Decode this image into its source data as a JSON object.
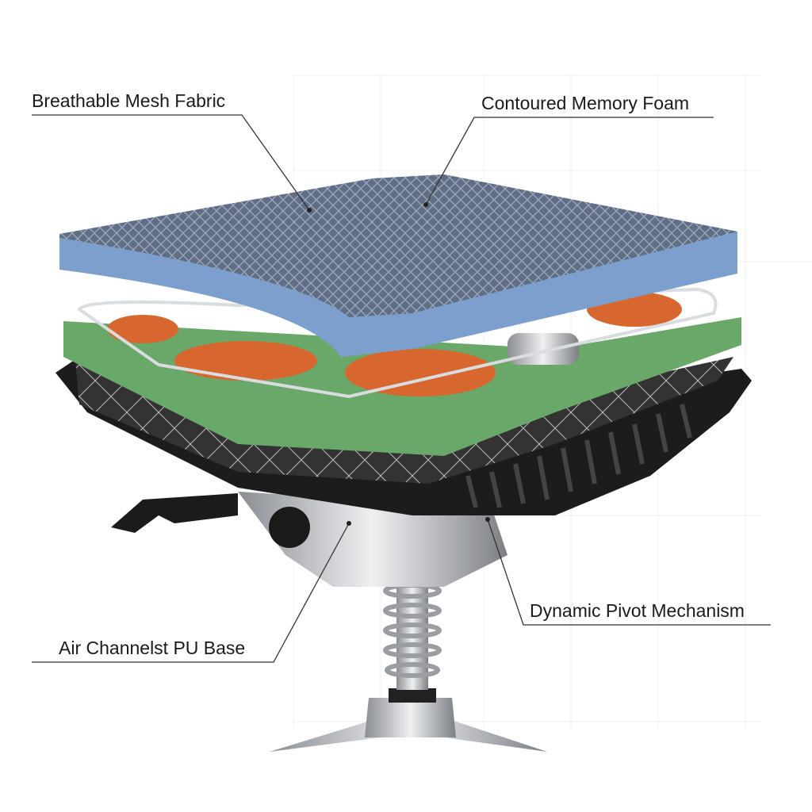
{
  "callouts": {
    "mesh": "Breathable Mesh Fabric",
    "foam": "Contoured Memory Foam",
    "pivot": "Dynamic Pivot Mechanism",
    "base": "Air Channelst PU Base"
  },
  "colors": {
    "mesh": "#5f6e85",
    "mesh_edge": "#7d9fce",
    "foam_green": "#6aa86a",
    "bladder": "#d8672f",
    "carbon": "#3a3a3a",
    "shell": "#1c1c1c",
    "metal": "#c9ccd0"
  }
}
